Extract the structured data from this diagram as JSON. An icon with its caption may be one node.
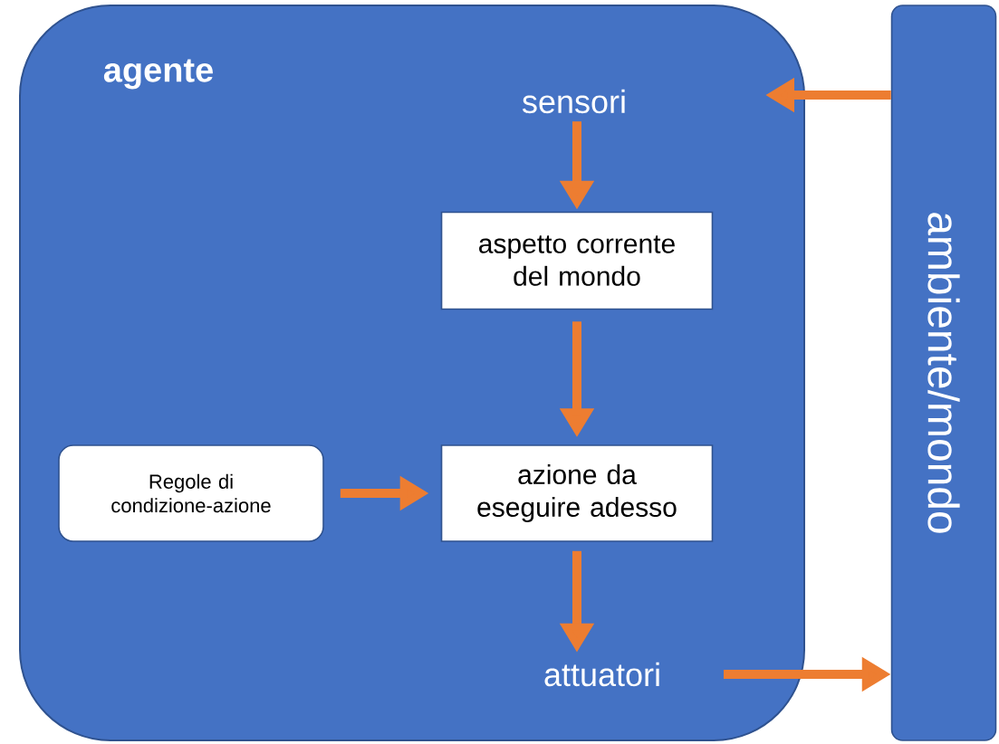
{
  "diagram": {
    "nodes": [
      {
        "text": [
          "agente"
        ]
      },
      {
        "text": [
          "sensori"
        ],
        "in": 0
      },
      {
        "text": [
          "aspetto corrente del mondo"
        ],
        "in": 0
      },
      {
        "text": [
          "Regole di condizione-azione"
        ],
        "in": 0
      },
      {
        "text": [
          "azione da eseguire adesso"
        ],
        "in": 0
      },
      {
        "text": [
          "attuatori"
        ],
        "in": 0
      },
      {
        "text": [
          "ambiente/mondo"
        ]
      }
    ],
    "edges": [
      {
        "from": 6,
        "to": 0,
        "arrow": "to"
      },
      {
        "from": 1,
        "to": 2,
        "arrow": "to"
      },
      {
        "from": 2,
        "to": 4,
        "arrow": "to"
      },
      {
        "from": 3,
        "to": 4,
        "arrow": "to"
      },
      {
        "from": 4,
        "to": 5,
        "arrow": "to"
      },
      {
        "from": 5,
        "to": 6,
        "arrow": "to"
      }
    ]
  }
}
